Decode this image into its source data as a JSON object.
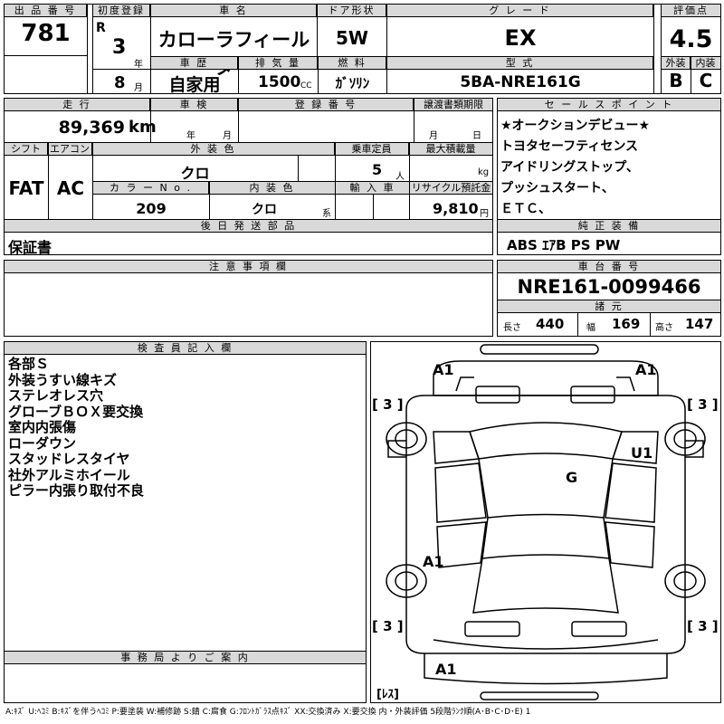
{
  "row1": {
    "lot_no_label": "出 品 番 号",
    "lot_no": "781",
    "first_reg_label": "初度登録",
    "era": "R",
    "year_num": "3",
    "year_unit": "年",
    "month_num": "8",
    "month_unit": "月",
    "car_name_label": "車 名",
    "car_name": "カローラフィールダー",
    "doors_label": "ドア形状",
    "doors": "5W",
    "grade_label": "グ レ ー ド",
    "grade": "EX",
    "score_label": "評価点",
    "score": "4.5",
    "history_label": "車 歴",
    "history": "自家用",
    "displacement_label": "排 気 量",
    "displacement": "1500",
    "cc": "CC",
    "fuel_label": "燃 料",
    "fuel": "ｶﾞｿﾘﾝ",
    "model_label": "型 式",
    "model": "5BA-NRE161G",
    "exterior_label": "外装",
    "exterior": "B",
    "interior_label": "内装",
    "interior": "C"
  },
  "row2": {
    "mileage_label": "走 行",
    "mileage": "89,369",
    "km": "km",
    "inspection_label": "車 検",
    "insp_year": "年",
    "insp_month": "月",
    "reg_no_label": "登 録 番 号",
    "transfer_label": "譲渡書類期限",
    "transfer_month": "月",
    "transfer_day": "日",
    "shift_label": "シフト",
    "shift": "FAT",
    "ac_label": "エアコン",
    "ac": "AC",
    "color_label": "外 装 色",
    "color": "クロ",
    "capacity_label": "乗車定員",
    "capacity": "5",
    "capacity_unit": "人",
    "maxload_label": "最大積載量",
    "maxload_unit": "kg",
    "color_no_label": "カ ラ ー N o .",
    "color_no": "209",
    "int_color_label": "内 装 色",
    "int_color": "クロ",
    "int_color_unit": "系",
    "import_label": "輸 入 車",
    "recycle_label": "リサイクル預託金",
    "recycle": "9,810",
    "yen": "円",
    "later_parts_label": "後 日 発 送 部 品",
    "later_parts": "保証書"
  },
  "sales": {
    "label": "セ ー ル ス ポ イ ン ト",
    "lines": [
      "★オークションデビュー★",
      "トヨタセーフティセンス",
      "アイドリングストップ、",
      "プッシュスタート、",
      "ＥＴＣ、"
    ]
  },
  "equipment": {
    "label": "純 正 装 備",
    "value": "ABS ｴｱB PS PW"
  },
  "caution": {
    "label": "注 意 事 項 欄"
  },
  "chassis": {
    "label": "車 台 番 号",
    "value": "NRE161-0099466",
    "dims_label": "諸 元",
    "length_label": "長さ",
    "length": "440",
    "width_label": "幅",
    "width": "169",
    "height_label": "高さ",
    "height": "147"
  },
  "inspector": {
    "label": "検 査 員 記 入 欄",
    "lines": [
      "各部Ｓ",
      "外装うすい線キズ",
      "ステレオレス穴",
      "グローブＢＯＸ要交換",
      "室内内張傷",
      "ローダウン",
      "スタッドレスタイヤ",
      "社外アルミホイール",
      "ピラー内張り取付不良"
    ]
  },
  "office": {
    "label": "事 務 局 よ り ご 案 内"
  },
  "diagram": {
    "marks": {
      "a1_front_left": "A1",
      "a1_front_right": "A1",
      "tire_fl": "[ 3 ]",
      "tire_fr": "[ 3 ]",
      "u1": "U1",
      "g": "G",
      "a1_rear_left": "A1",
      "tire_rl": "[ 3 ]",
      "tire_rr": "[ 3 ]",
      "a1_bottom": "A1",
      "less": "[ﾚｽ]"
    }
  },
  "legend": "A:ｷｽﾞ U:ﾍｺﾐ B:ｷｽﾞを伴うﾍｺﾐ P:要塗装 W:補修跡 S:錆 C:腐食 G:ﾌﾛﾝﾄｶﾞﾗｽ点ｷｽﾞ XX:交換済み X:要交換 内・外装評価 5段階ﾗﾝｸ順(A･B･C･D･E) 1"
}
